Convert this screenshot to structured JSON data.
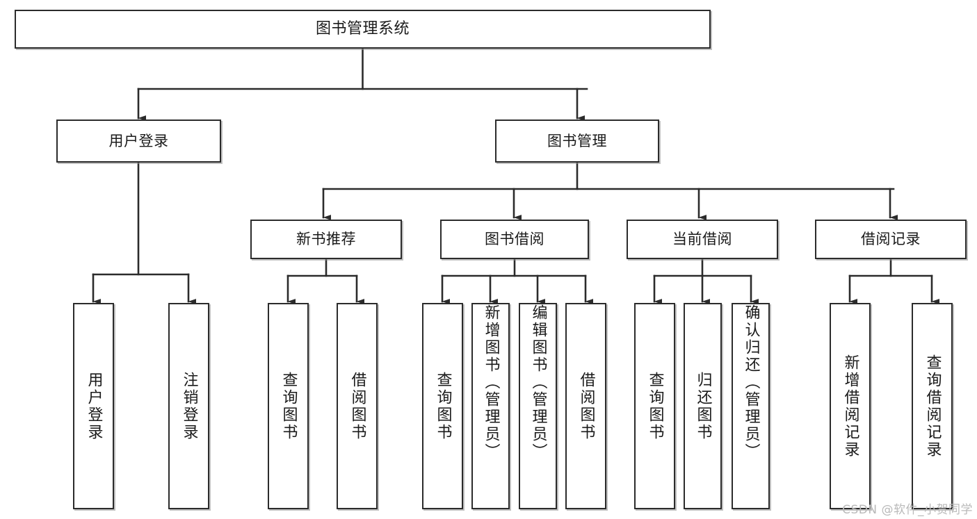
{
  "meta": {
    "title": "图书管理系统 功能结构图",
    "watermark": "CSDN @软件_小贺同学",
    "colors": {
      "background": "#ffffff",
      "box_fill": "#ffffff",
      "box_stroke": "#2b2b2b",
      "connector": "#2b2b2b",
      "text": "#1a1a1a",
      "watermark": "#b9b9b9",
      "shadow": "#8c8c8c"
    }
  },
  "chart_data": {
    "type": "tree",
    "title": "图书管理系统",
    "orientation": "top-down",
    "nodes": [
      {
        "id": "root",
        "label": "图书管理系统",
        "level": 0,
        "parent": null
      },
      {
        "id": "user-login",
        "label": "用户登录",
        "level": 1,
        "parent": "root"
      },
      {
        "id": "book-admin",
        "label": "图书管理",
        "level": 1,
        "parent": "root"
      },
      {
        "id": "new-book-rec",
        "label": "新书推荐",
        "level": 2,
        "parent": "book-admin"
      },
      {
        "id": "book-borrow",
        "label": "图书借阅",
        "level": 2,
        "parent": "book-admin"
      },
      {
        "id": "current-borrow",
        "label": "当前借阅",
        "level": 2,
        "parent": "book-admin"
      },
      {
        "id": "borrow-record",
        "label": "借阅记录",
        "level": 2,
        "parent": "book-admin"
      },
      {
        "id": "leaf-user-login",
        "label": "用户登录",
        "level": 2,
        "parent": "user-login"
      },
      {
        "id": "leaf-logout",
        "label": "注销登录",
        "level": 2,
        "parent": "user-login"
      },
      {
        "id": "leaf-query-book-1",
        "label": "查询图书",
        "level": 3,
        "parent": "new-book-rec"
      },
      {
        "id": "leaf-borrow-book-1",
        "label": "借阅图书",
        "level": 3,
        "parent": "new-book-rec"
      },
      {
        "id": "leaf-query-book-2",
        "label": "查询图书",
        "level": 3,
        "parent": "book-borrow"
      },
      {
        "id": "leaf-add-book",
        "label": "新增图书（管理员）",
        "level": 3,
        "parent": "book-borrow"
      },
      {
        "id": "leaf-edit-book",
        "label": "编辑图书（管理员）",
        "level": 3,
        "parent": "book-borrow"
      },
      {
        "id": "leaf-borrow-book-2",
        "label": "借阅图书",
        "level": 3,
        "parent": "book-borrow"
      },
      {
        "id": "leaf-query-book-3",
        "label": "查询图书",
        "level": 3,
        "parent": "current-borrow"
      },
      {
        "id": "leaf-return-book",
        "label": "归还图书",
        "level": 3,
        "parent": "current-borrow"
      },
      {
        "id": "leaf-confirm-return",
        "label": "确认归还（管理员）",
        "level": 3,
        "parent": "current-borrow"
      },
      {
        "id": "leaf-add-record",
        "label": "新增借阅记录",
        "level": 3,
        "parent": "borrow-record"
      },
      {
        "id": "leaf-query-record",
        "label": "查询借阅记录",
        "level": 3,
        "parent": "borrow-record"
      }
    ]
  },
  "nodes": {
    "root": {
      "label": "图书管理系统"
    },
    "user_login": {
      "label": "用户登录"
    },
    "book_admin": {
      "label": "图书管理"
    },
    "new_book_rec": {
      "label": "新书推荐"
    },
    "book_borrow": {
      "label": "图书借阅"
    },
    "current_borrow": {
      "label": "当前借阅"
    },
    "borrow_record": {
      "label": "借阅记录"
    },
    "leaf_user_login": {
      "label": "用户登录"
    },
    "leaf_logout": {
      "label": "注销登录"
    },
    "leaf_query_book_1": {
      "label": "查询图书"
    },
    "leaf_borrow_book_1": {
      "label": "借阅图书"
    },
    "leaf_query_book_2": {
      "label": "查询图书"
    },
    "leaf_add_book": {
      "label": "新增图书（管理员）"
    },
    "leaf_edit_book": {
      "label": "编辑图书（管理员）"
    },
    "leaf_borrow_book_2": {
      "label": "借阅图书"
    },
    "leaf_query_book_3": {
      "label": "查询图书"
    },
    "leaf_return_book": {
      "label": "归还图书"
    },
    "leaf_confirm_return": {
      "label": "确认归还（管理员）"
    },
    "leaf_add_record": {
      "label": "新增借阅记录"
    },
    "leaf_query_record": {
      "label": "查询借阅记录"
    }
  }
}
